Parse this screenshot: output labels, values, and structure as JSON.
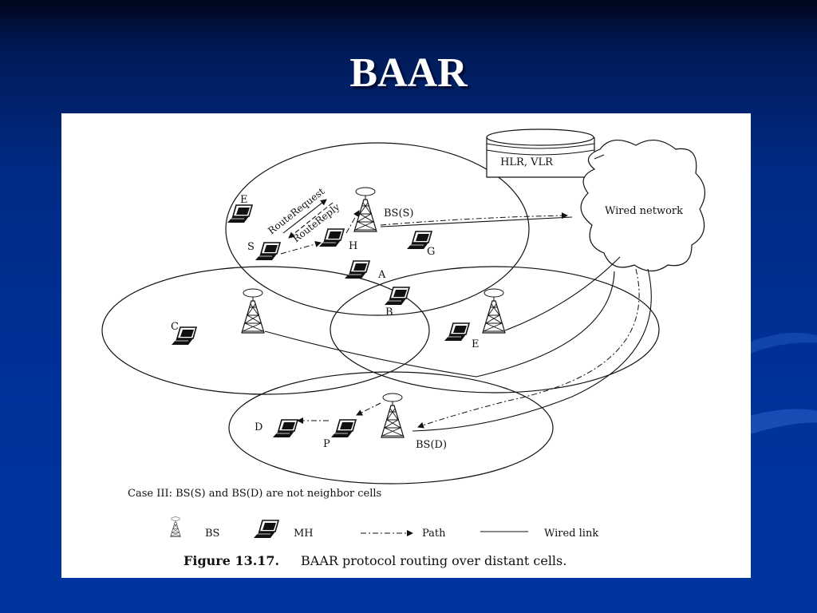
{
  "slide": {
    "title": "BAAR"
  },
  "figure": {
    "database_label": "HLR, VLR",
    "cloud_label": "Wired network",
    "route_request": "RouteRequest",
    "route_reply": "RouteReply",
    "bs_source": "BS(S)",
    "bs_dest": "BS(D)",
    "nodes": [
      "E",
      "S",
      "H",
      "G",
      "A",
      "B",
      "C",
      "E",
      "D",
      "P"
    ],
    "case_note": "Case III: BS(S) and BS(D) are not neighbor cells",
    "legend": {
      "bs": "BS",
      "mh": "MH",
      "path": "Path",
      "wired": "Wired link"
    },
    "caption_label": "Figure 13.17.",
    "caption_text": "BAAR protocol routing over distant cells."
  }
}
